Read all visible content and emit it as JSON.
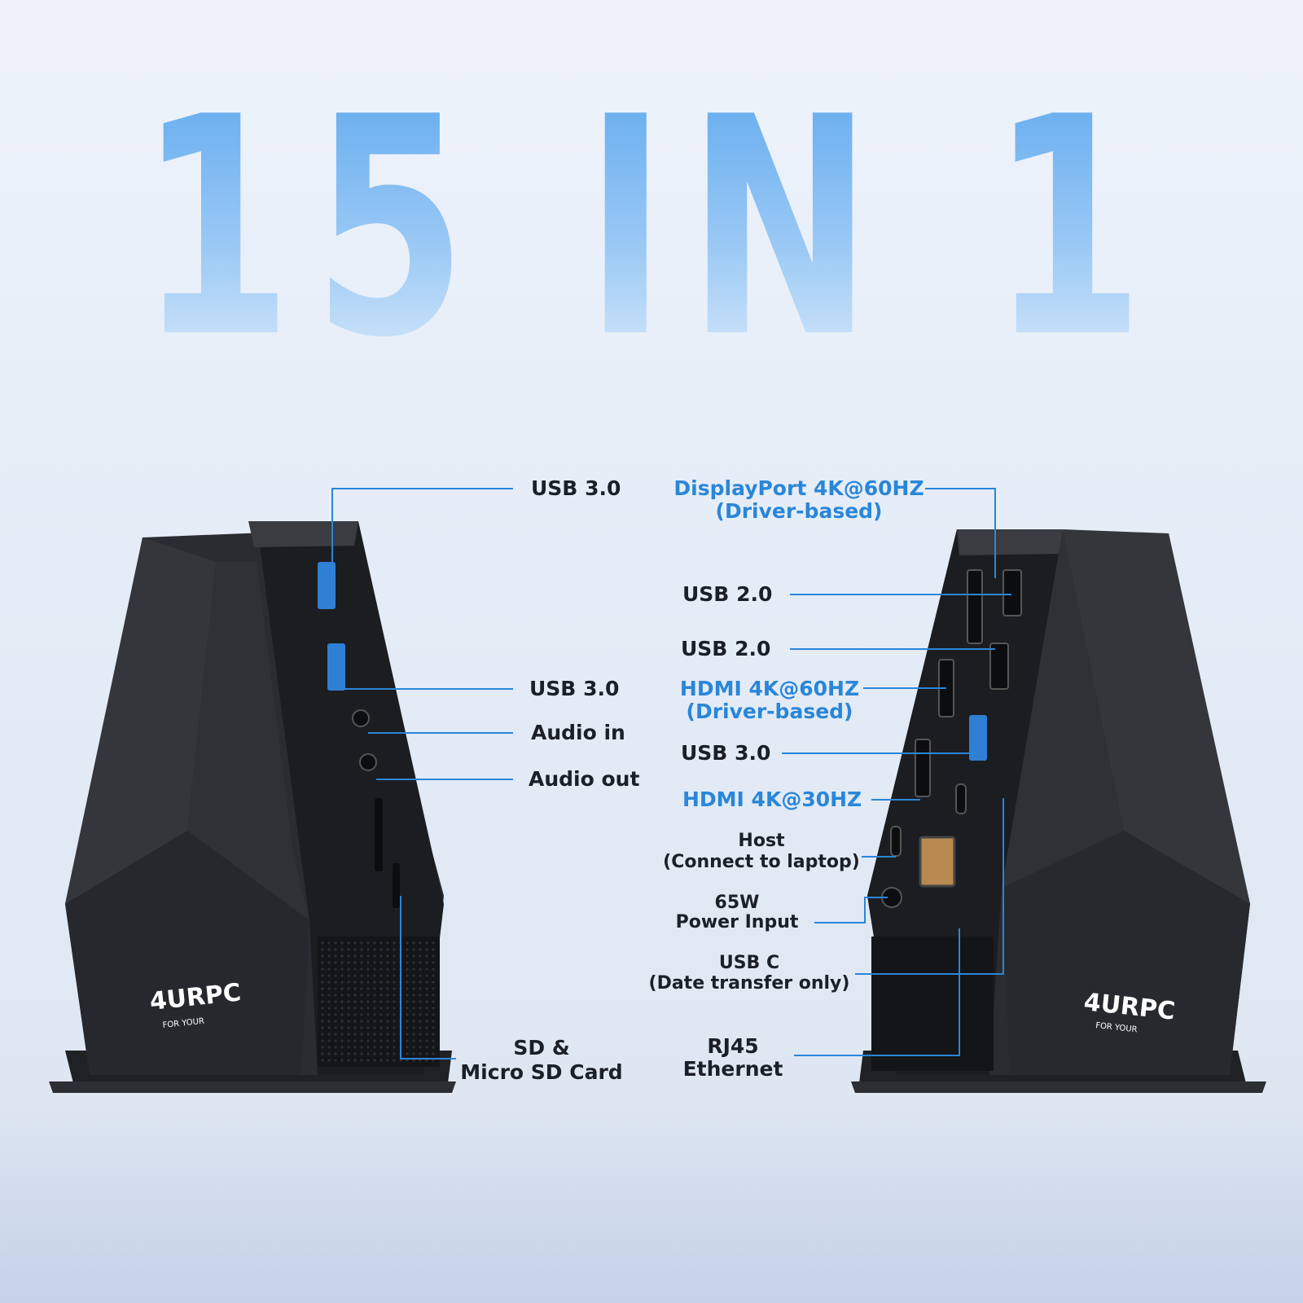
{
  "headline": "15 IN 1",
  "brand": {
    "logo_text": "4URPC",
    "logo_tagline": "FOR YOUR"
  },
  "left_labels": {
    "usb30_top": "USB 3.0",
    "usb30_second": "USB 3.0",
    "audio_in": "Audio in",
    "audio_out": "Audio out",
    "sd_line1": "SD &",
    "sd_line2": "Micro SD Card"
  },
  "right_labels": {
    "displayport_line1": "DisplayPort 4K@60HZ",
    "displayport_line2": "(Driver-based)",
    "usb20_first": "USB 2.0",
    "usb20_second": "USB 2.0",
    "hdmi60_line1": "HDMI 4K@60HZ",
    "hdmi60_line2": "(Driver-based)",
    "usb30": "USB 3.0",
    "hdmi30": "HDMI 4K@30HZ",
    "host_line1": "Host",
    "host_line2": "(Connect to laptop)",
    "power_line1": "65W",
    "power_line2": "Power Input",
    "usbc_line1": "USB C",
    "usbc_line2": "(Date transfer only)",
    "rj45_line1": "RJ45",
    "rj45_line2": "Ethernet"
  },
  "colors": {
    "headline_blue": "#6fb1ef",
    "label_blue": "#2a86d8",
    "label_dark": "#1b1f27",
    "leader_line": "#2a86d8",
    "device_body": "#2a2c31"
  }
}
